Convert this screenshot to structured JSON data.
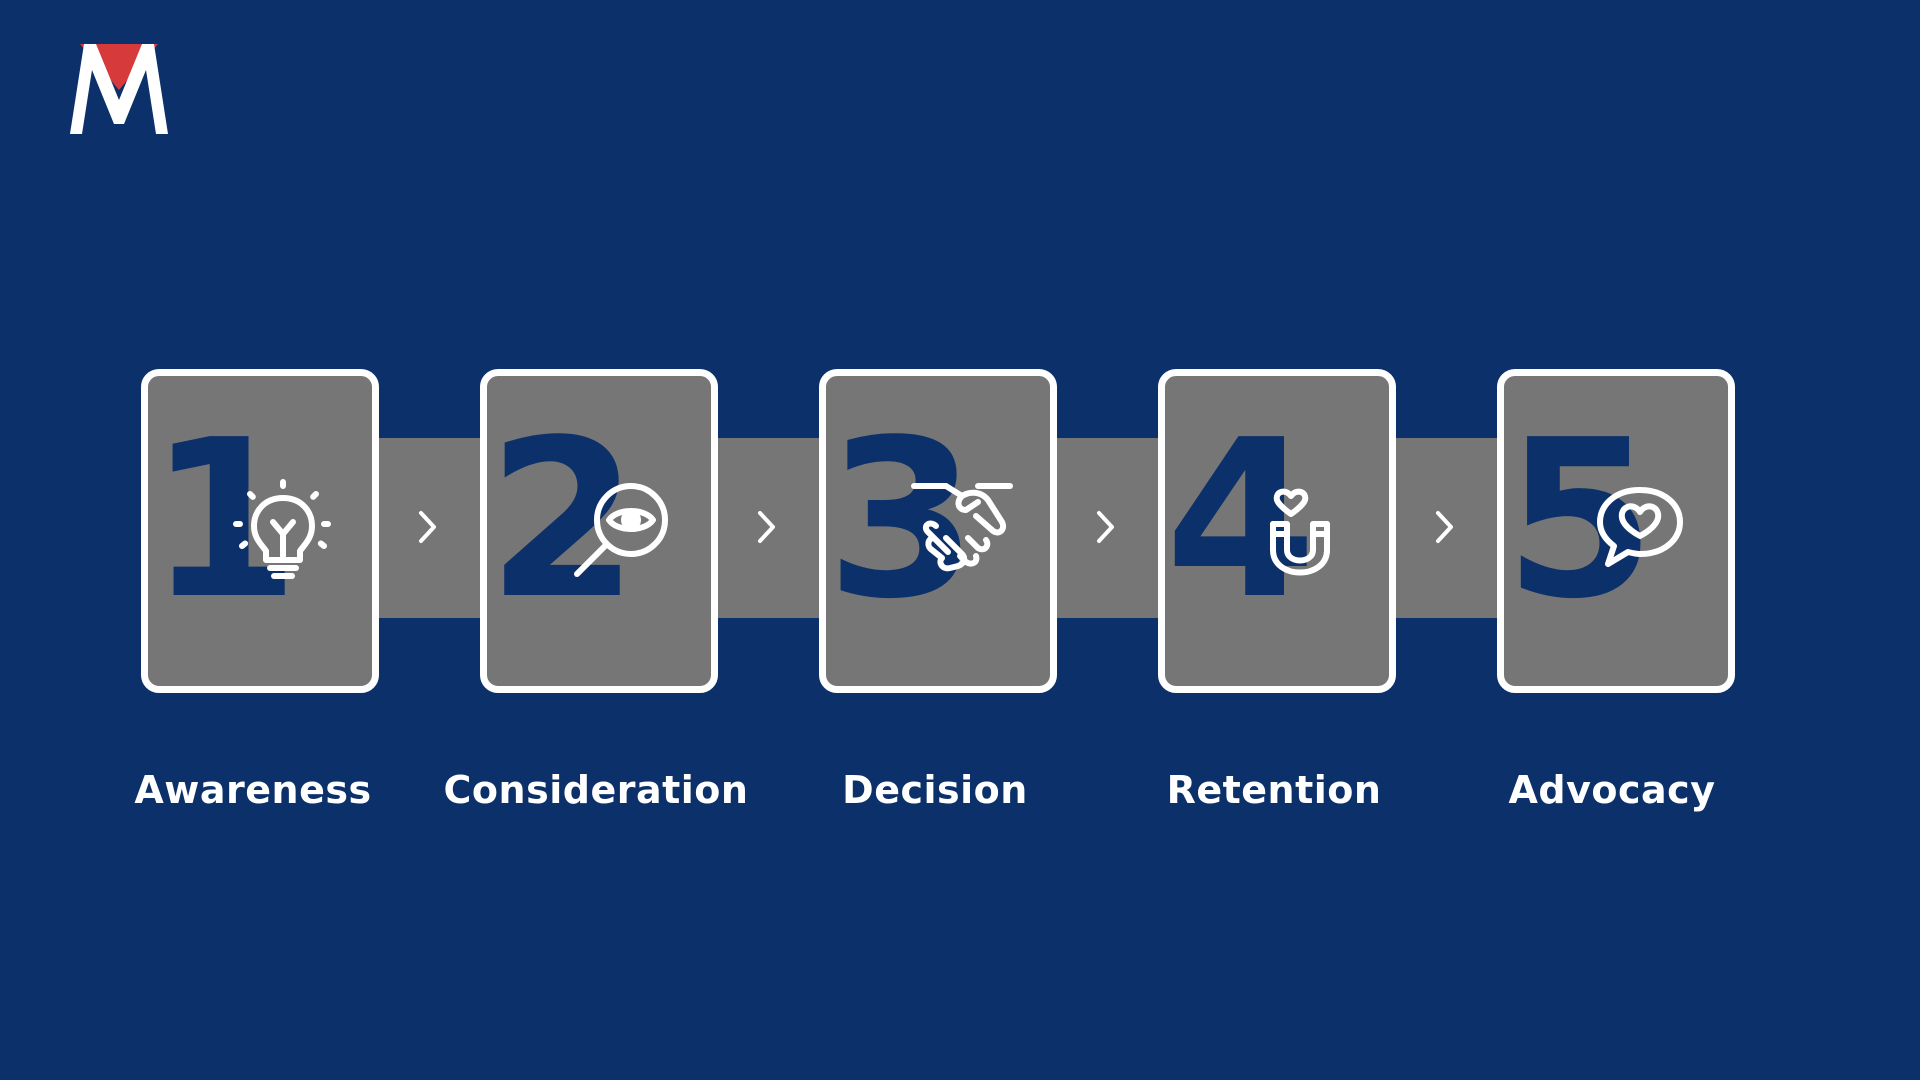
{
  "brand": {
    "logo_icon": "m-logo-icon",
    "logo_text": "M",
    "background_color": "#0b306a",
    "accent_color": "#d63a3a",
    "card_color": "#767676"
  },
  "stages": [
    {
      "number": "1",
      "label": "Awareness",
      "icon": "lightbulb-icon"
    },
    {
      "number": "2",
      "label": "Consideration",
      "icon": "magnifier-eye-icon"
    },
    {
      "number": "3",
      "label": "Decision",
      "icon": "handshake-icon"
    },
    {
      "number": "4",
      "label": "Retention",
      "icon": "magnet-heart-icon"
    },
    {
      "number": "5",
      "label": "Advocacy",
      "icon": "speech-heart-icon"
    }
  ],
  "connector_icon": "chevron-right-icon"
}
